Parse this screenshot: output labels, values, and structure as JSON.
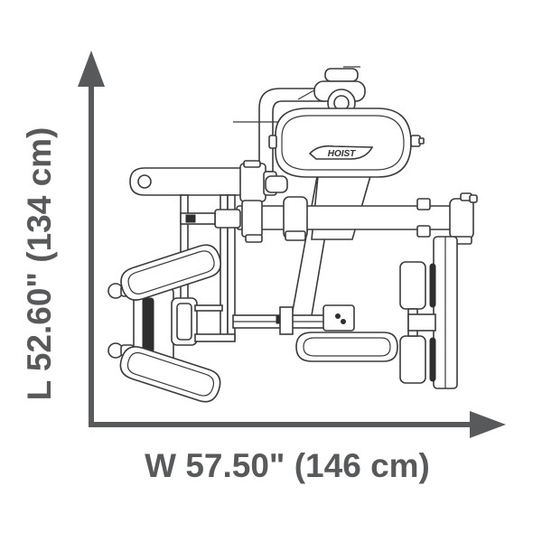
{
  "dimensions": {
    "width_label": "W 57.50\" (146 cm)",
    "length_label": "L 52.60\" (134 cm)"
  },
  "machine": {
    "logo_text": "HOIST"
  },
  "colors": {
    "axis": "#58595b",
    "line_art": "#3a3a3a",
    "background": "#ffffff"
  }
}
